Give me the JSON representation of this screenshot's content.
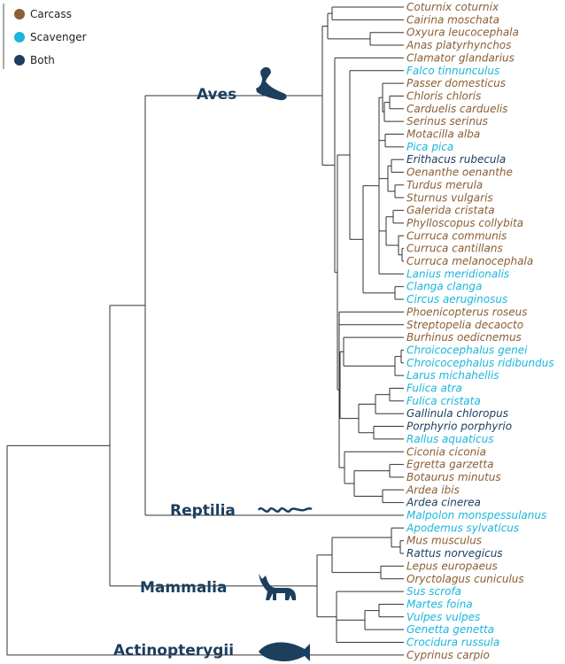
{
  "colors": {
    "carcass": "#8B5E34",
    "scavenger": "#1AB6DC",
    "both": "#1F3F60",
    "clade_label": "#1c3f5e",
    "branch": "#333333"
  },
  "legend": [
    {
      "label": "Carcass",
      "category": "carcass"
    },
    {
      "label": "Scavenger",
      "category": "scavenger"
    },
    {
      "label": "Both",
      "category": "both"
    }
  ],
  "clades": {
    "aves": {
      "label": "Aves",
      "icon": "bird-silhouette-icon"
    },
    "reptilia": {
      "label": "Reptilia",
      "icon": "snake-silhouette-icon"
    },
    "mammalia": {
      "label": "Mammalia",
      "icon": "fox-silhouette-icon"
    },
    "actinopterygii": {
      "label": "Actinopterygii",
      "icon": "fish-silhouette-icon"
    }
  },
  "species": [
    {
      "name": "Coturnix coturnix",
      "category": "carcass"
    },
    {
      "name": "Cairina moschata",
      "category": "carcass"
    },
    {
      "name": "Oxyura leucocephala",
      "category": "carcass"
    },
    {
      "name": "Anas platyrhynchos",
      "category": "carcass"
    },
    {
      "name": "Clamator glandarius",
      "category": "carcass"
    },
    {
      "name": "Falco tinnunculus",
      "category": "scavenger"
    },
    {
      "name": "Passer domesticus",
      "category": "carcass"
    },
    {
      "name": "Chloris chloris",
      "category": "carcass"
    },
    {
      "name": "Carduelis carduelis",
      "category": "carcass"
    },
    {
      "name": "Serinus serinus",
      "category": "carcass"
    },
    {
      "name": "Motacilla alba",
      "category": "carcass"
    },
    {
      "name": "Pica pica",
      "category": "scavenger"
    },
    {
      "name": "Erithacus rubecula",
      "category": "both"
    },
    {
      "name": "Oenanthe oenanthe",
      "category": "carcass"
    },
    {
      "name": "Turdus merula",
      "category": "carcass"
    },
    {
      "name": "Sturnus vulgaris",
      "category": "carcass"
    },
    {
      "name": "Galerida cristata",
      "category": "carcass"
    },
    {
      "name": "Phylloscopus collybita",
      "category": "carcass"
    },
    {
      "name": "Curruca communis",
      "category": "carcass"
    },
    {
      "name": "Curruca cantillans",
      "category": "carcass"
    },
    {
      "name": "Curruca melanocephala",
      "category": "carcass"
    },
    {
      "name": "Lanius meridionalis",
      "category": "scavenger"
    },
    {
      "name": "Clanga clanga",
      "category": "scavenger"
    },
    {
      "name": "Circus aeruginosus",
      "category": "scavenger"
    },
    {
      "name": "Phoenicopterus roseus",
      "category": "carcass"
    },
    {
      "name": "Streptopelia decaocto",
      "category": "carcass"
    },
    {
      "name": "Burhinus oedicnemus",
      "category": "carcass"
    },
    {
      "name": "Chroicocephalus genei",
      "category": "scavenger"
    },
    {
      "name": "Chroicocephalus ridibundus",
      "category": "scavenger"
    },
    {
      "name": "Larus michahellis",
      "category": "scavenger"
    },
    {
      "name": "Fulica atra",
      "category": "scavenger"
    },
    {
      "name": "Fulica cristata",
      "category": "scavenger"
    },
    {
      "name": "Gallinula chloropus",
      "category": "both"
    },
    {
      "name": "Porphyrio porphyrio",
      "category": "both"
    },
    {
      "name": "Rallus aquaticus",
      "category": "scavenger"
    },
    {
      "name": "Ciconia ciconia",
      "category": "carcass"
    },
    {
      "name": "Egretta garzetta",
      "category": "carcass"
    },
    {
      "name": "Botaurus minutus",
      "category": "carcass"
    },
    {
      "name": "Ardea ibis",
      "category": "carcass"
    },
    {
      "name": "Ardea cinerea",
      "category": "both"
    },
    {
      "name": "Malpolon monspessulanus",
      "category": "scavenger"
    },
    {
      "name": "Apodemus sylvaticus",
      "category": "scavenger"
    },
    {
      "name": "Mus musculus",
      "category": "carcass"
    },
    {
      "name": "Rattus norvegicus",
      "category": "both"
    },
    {
      "name": "Lepus europaeus",
      "category": "carcass"
    },
    {
      "name": "Oryctolagus cuniculus",
      "category": "carcass"
    },
    {
      "name": "Sus scrofa",
      "category": "scavenger"
    },
    {
      "name": "Martes foina",
      "category": "scavenger"
    },
    {
      "name": "Vulpes vulpes",
      "category": "scavenger"
    },
    {
      "name": "Genetta genetta",
      "category": "scavenger"
    },
    {
      "name": "Crocidura russula",
      "category": "scavenger"
    },
    {
      "name": "Cyprinus carpio",
      "category": "carcass"
    }
  ]
}
